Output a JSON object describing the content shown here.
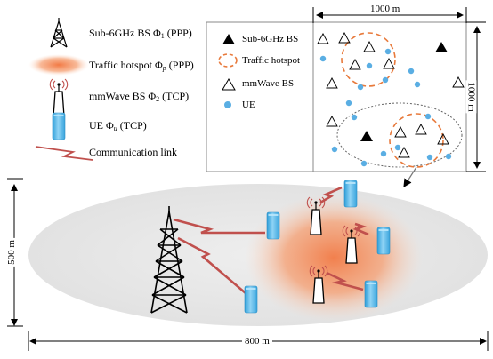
{
  "legend": {
    "sub6": {
      "text": "Sub-6GHz BS Φ",
      "sub": "1",
      "suffix": " (PPP)"
    },
    "hotspot": {
      "text": "Traffic hotspot Φ",
      "sub": "p",
      "suffix": " (PPP)"
    },
    "mmwave": {
      "text": "mmWave BS Φ",
      "sub": "2",
      "suffix": "  (TCP)"
    },
    "ue": {
      "text": "UE Φ",
      "sub": "u",
      "suffix": " (TCP)"
    },
    "link": {
      "text": "Communication link"
    }
  },
  "inset": {
    "sub6": "Sub-6GHz BS",
    "hotspot": "Traffic hotspot",
    "mmwave": "mmWave BS",
    "ue": "UE",
    "width_label": "1000 m",
    "height_label": "1000 m"
  },
  "scene": {
    "height_label": "500 m",
    "width_label": "800 m"
  },
  "colors": {
    "hotspot": "#f39a6a",
    "ue": "#5aaee3",
    "link": "#c0504d",
    "ground": "#e8e8e8"
  }
}
